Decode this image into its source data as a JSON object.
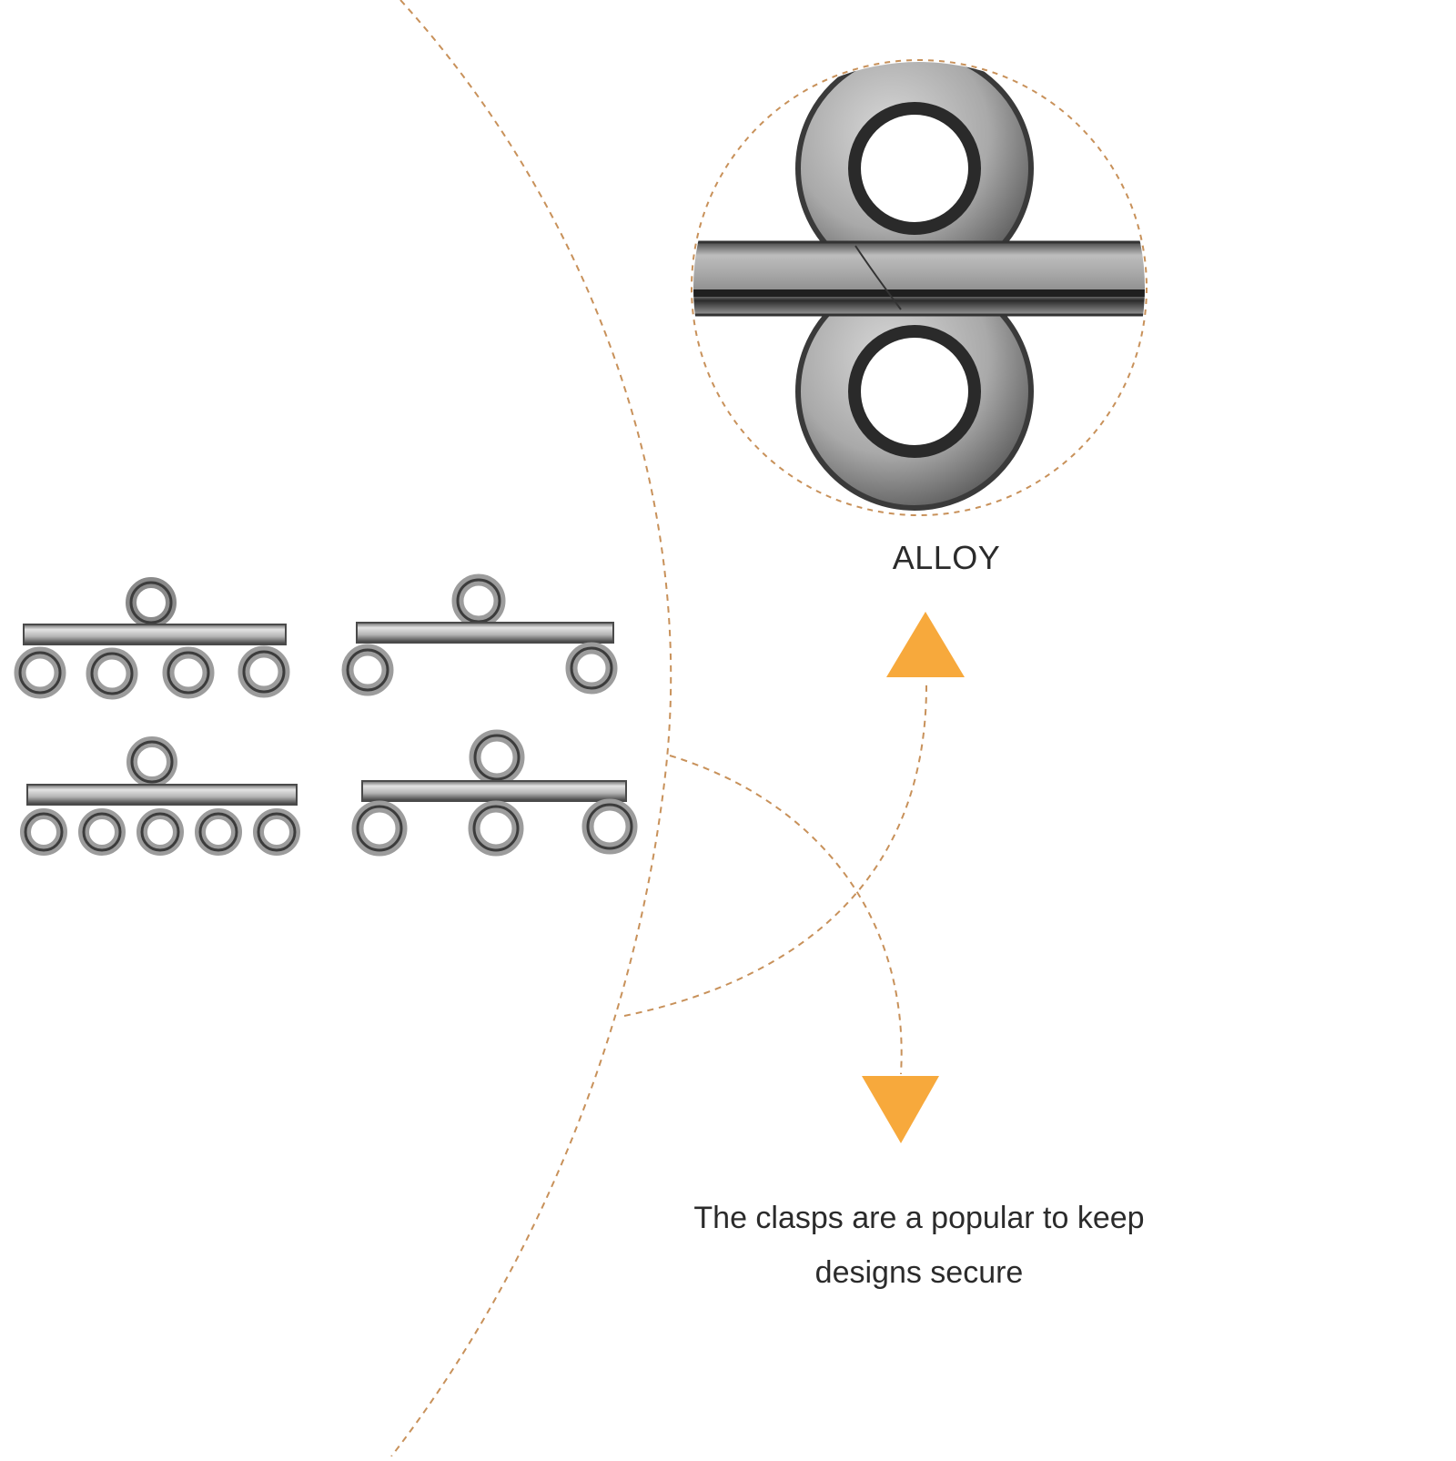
{
  "colors": {
    "background": "#ffffff",
    "dashed_line": "#c8915a",
    "arrow_fill": "#f7a93c",
    "metal_light": "#d9d9d9",
    "metal_mid": "#a8a8a8",
    "metal_dark": "#3c3c3c",
    "text": "#2b2b2b"
  },
  "product_image": {
    "name": "jewelry-connector-clasps",
    "pieces": [
      {
        "name": "four-hole-connector",
        "bottom_loops": 4
      },
      {
        "name": "two-hole-connector",
        "bottom_loops": 2
      },
      {
        "name": "five-hole-connector",
        "bottom_loops": 5
      },
      {
        "name": "three-hole-connector",
        "bottom_loops": 3
      }
    ]
  },
  "material": {
    "label": "ALLOY",
    "icon": "metal-loop-closeup"
  },
  "description": {
    "line1": "The clasps are a popular to keep",
    "line2": "designs secure"
  },
  "arrows": {
    "up_icon": "triangle-up-icon",
    "down_icon": "triangle-down-icon"
  }
}
